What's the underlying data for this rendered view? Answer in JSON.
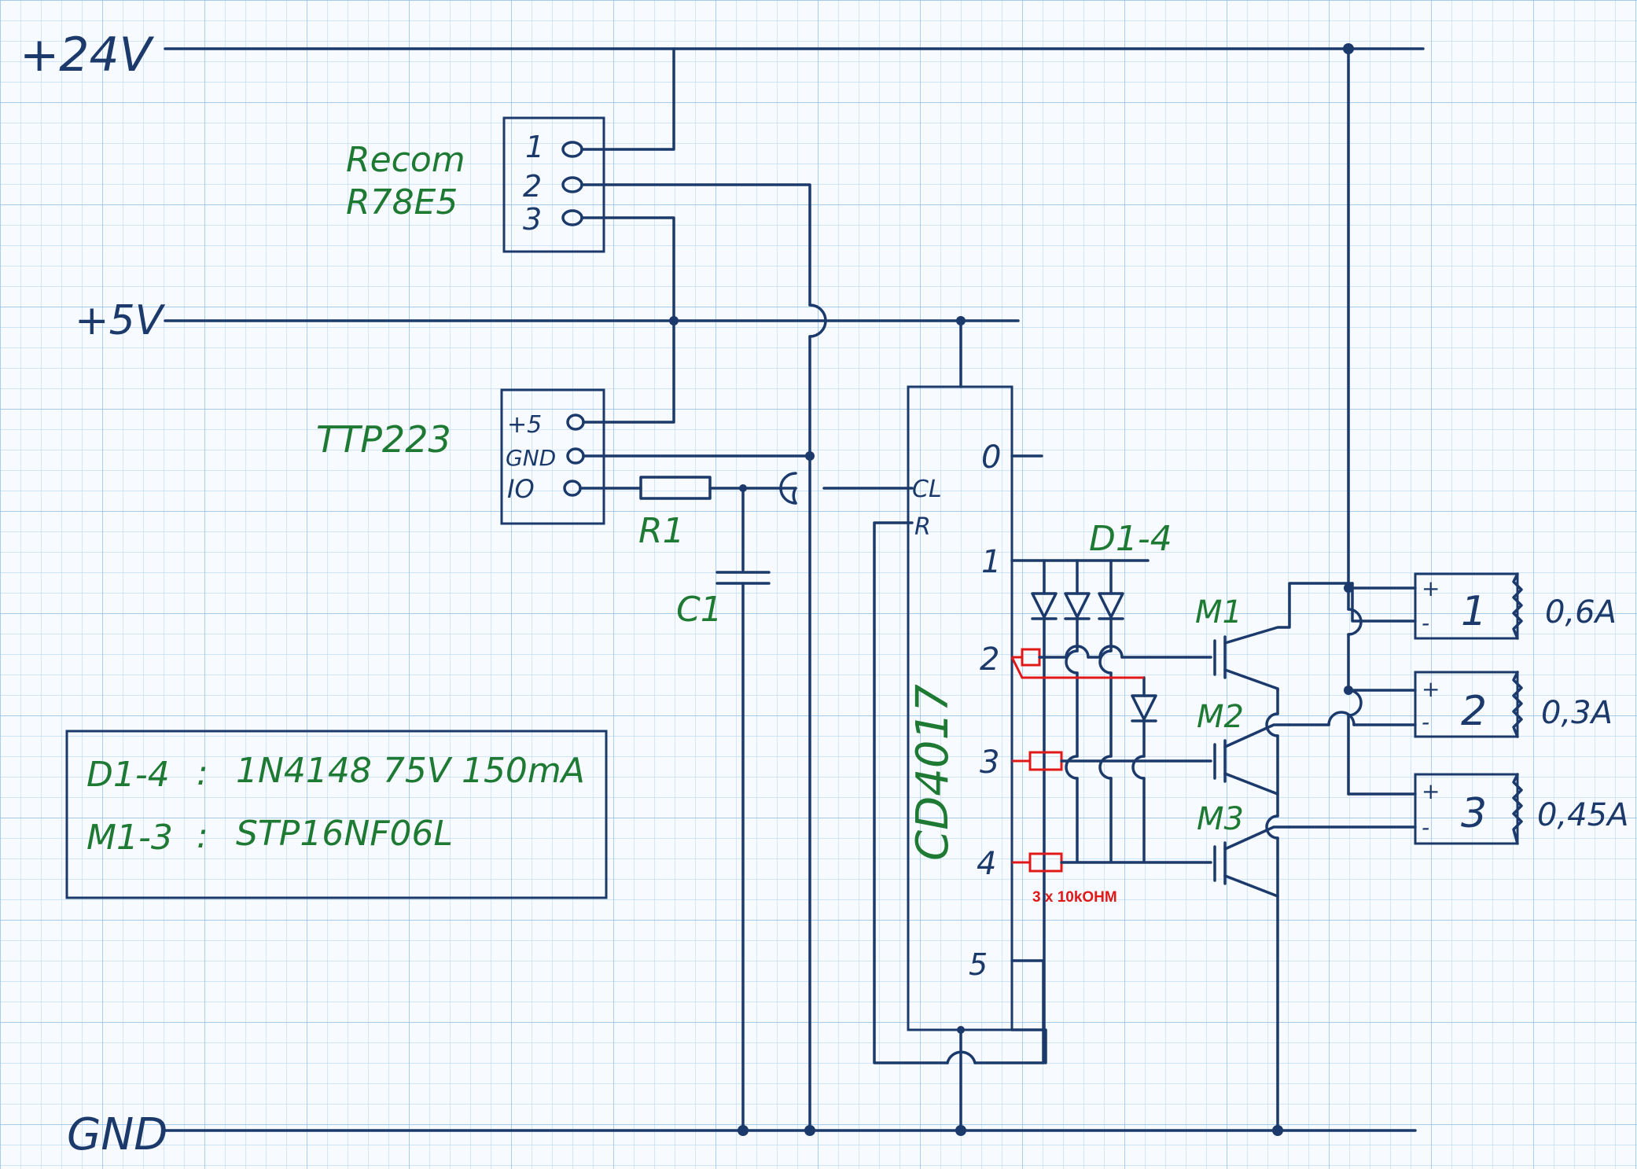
{
  "rails": {
    "v24": "+24V",
    "v5": "+5V",
    "gnd": "GND"
  },
  "regulator": {
    "title_line1": "Recom",
    "title_line2": "R78E5",
    "pins": [
      "1",
      "2",
      "3"
    ]
  },
  "touch": {
    "title": "TTP223",
    "pins": [
      "+5",
      "GND",
      "IO"
    ]
  },
  "components": {
    "r1": "R1",
    "c1": "C1",
    "diodes": "D1-4",
    "m1": "M1",
    "m2": "M2",
    "m3": "M3"
  },
  "counter": {
    "title": "CD4017",
    "pin_cl": "CL",
    "pin_r": "R",
    "outputs": [
      "0",
      "1",
      "2",
      "3",
      "4",
      "5"
    ]
  },
  "resistor_note": "3 x 10kOHM",
  "legend": {
    "line1_key": "D1-4",
    "line1_value": "1N4148 75V 150mA",
    "line2_key": "M1-3",
    "line2_value": "STP16NF06L",
    "separator": ":"
  },
  "loads": [
    {
      "index": "1",
      "plus": "+",
      "minus": "-",
      "current": "0,6A"
    },
    {
      "index": "2",
      "plus": "+",
      "minus": "-",
      "current": "0,3A"
    },
    {
      "index": "3",
      "plus": "+",
      "minus": "-",
      "current": "0,45A"
    }
  ],
  "colors": {
    "grid": "#a9cdee",
    "wire": "#1b3a6b",
    "label_green": "#1e7a33",
    "resistor_red": "#e01818"
  }
}
